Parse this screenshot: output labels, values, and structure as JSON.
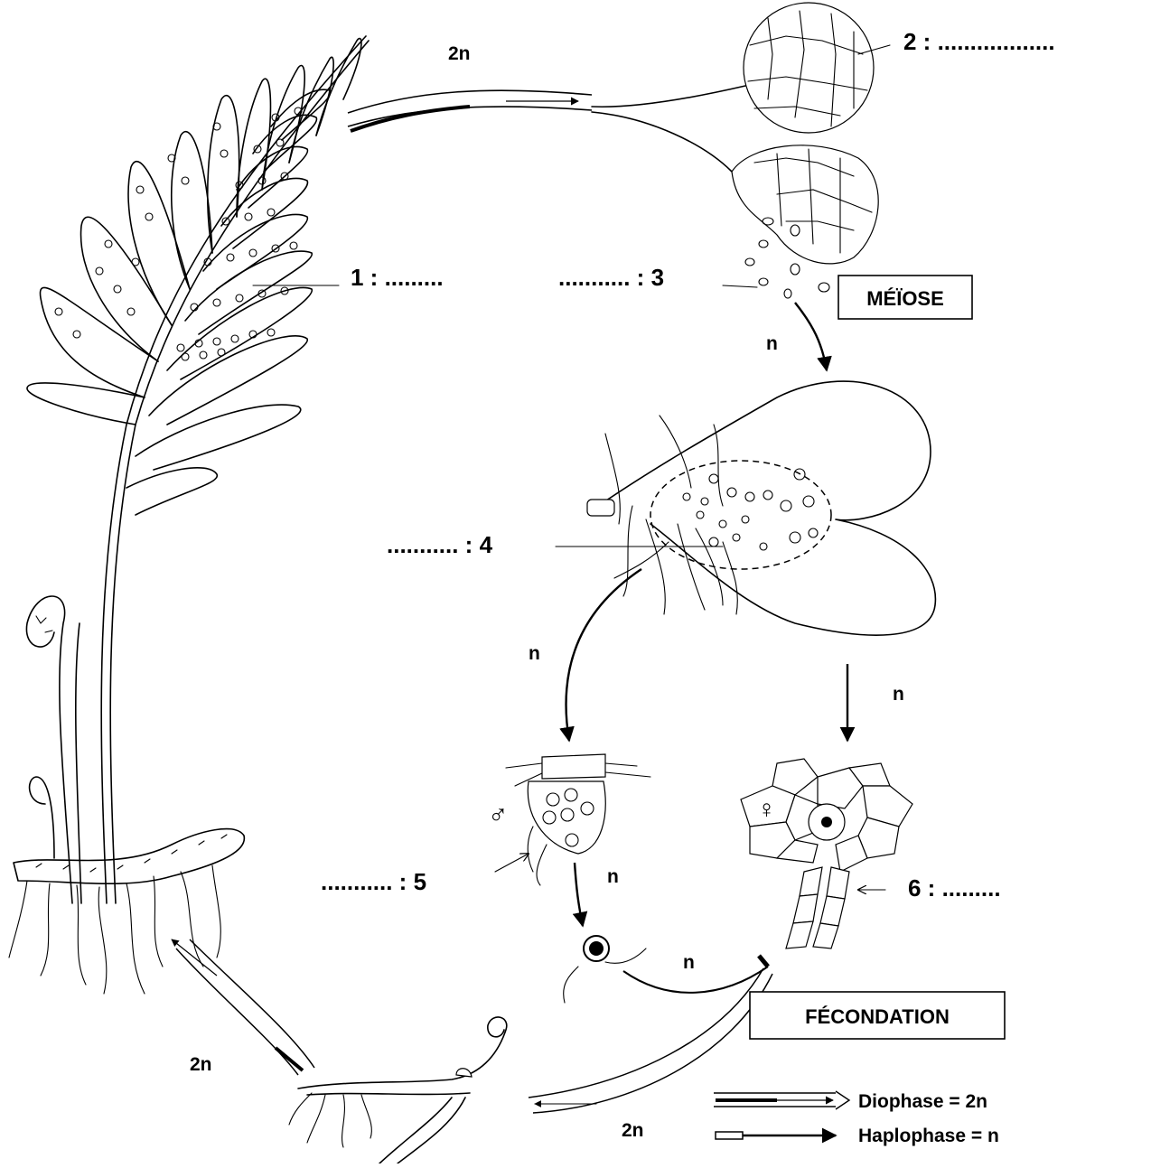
{
  "labels": {
    "l1": "1 : .........",
    "l2": "2 : ..................",
    "l3": "........... : 3",
    "l4": "........... : 4",
    "l5": "........... : 5",
    "l6": "6 : ........."
  },
  "boxes": {
    "meiose": "MÉÏOSE",
    "fecondation": "FÉCONDATION"
  },
  "ploidy": {
    "top": "2n",
    "spores_to_prothalle": "n",
    "to_antheridie": "n",
    "to_archegone": "n",
    "sperm": "n",
    "to_fecondation": "n",
    "bottom_left": "2n",
    "bottom": "2n"
  },
  "symbols": {
    "male": "♂",
    "female": "♀"
  },
  "legend": {
    "diophase": "Diophase = 2n",
    "haplophase": "Haplophase = n"
  }
}
